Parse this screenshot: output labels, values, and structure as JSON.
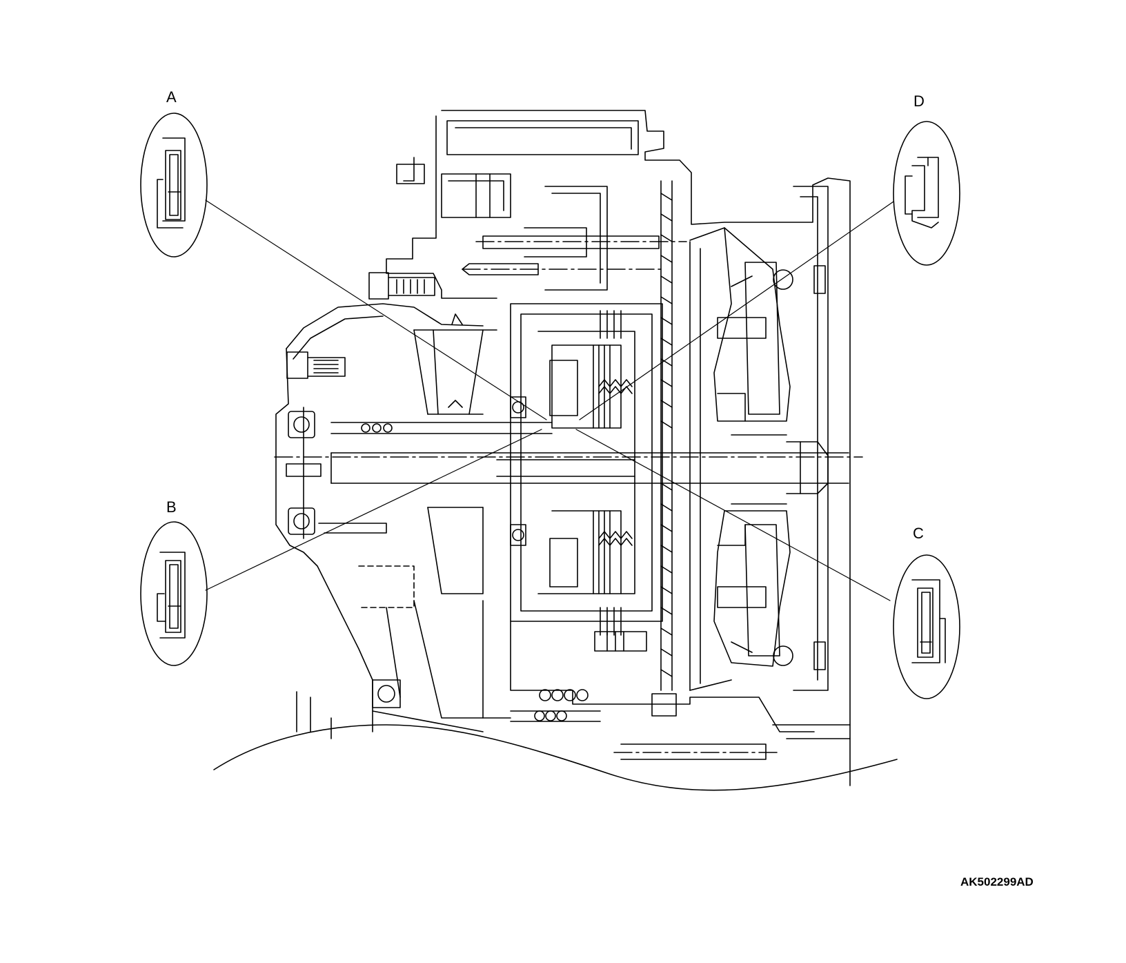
{
  "callouts": [
    {
      "key": "A",
      "label": "A"
    },
    {
      "key": "B",
      "label": "B"
    },
    {
      "key": "C",
      "label": "C"
    },
    {
      "key": "D",
      "label": "D"
    }
  ],
  "reference_code": "AK502299AD",
  "colors": {
    "ink": "#000000",
    "paper": "#ffffff"
  }
}
